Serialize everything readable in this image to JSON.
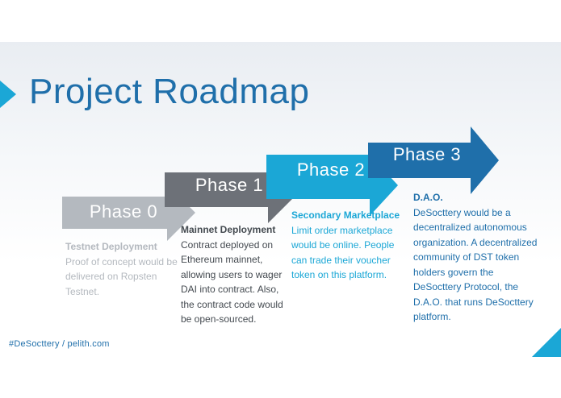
{
  "title": "Project Roadmap",
  "colors": {
    "phase0": "#b4b9bf",
    "phase1": "#6d7178",
    "phase2": "#1ba7d6",
    "phase3": "#1f6faa",
    "title": "#1f6faa"
  },
  "phases": [
    {
      "label": "Phase 0",
      "heading": "Testnet Deployment",
      "text": "Proof of concept would be delivered on Ropsten Testnet."
    },
    {
      "label": "Phase 1",
      "heading": "Mainnet Deployment",
      "text": "Contract deployed on Ethereum mainnet, allowing users to wager DAI into contract. Also, the contract code would be open-sourced."
    },
    {
      "label": "Phase 2",
      "heading": "Secondary Marketplace",
      "text": "Limit order marketplace would be online. People can trade their voucher token on this platform."
    },
    {
      "label": "Phase 3",
      "heading": "D.A.O.",
      "text": "DeSocttery would be a decentralized autonomous organization. A decentralized community of DST token holders govern the DeSocttery Protocol, the D.A.O. that runs DeSocttery platform."
    }
  ],
  "footer": "#DeSocttery / pelith.com"
}
